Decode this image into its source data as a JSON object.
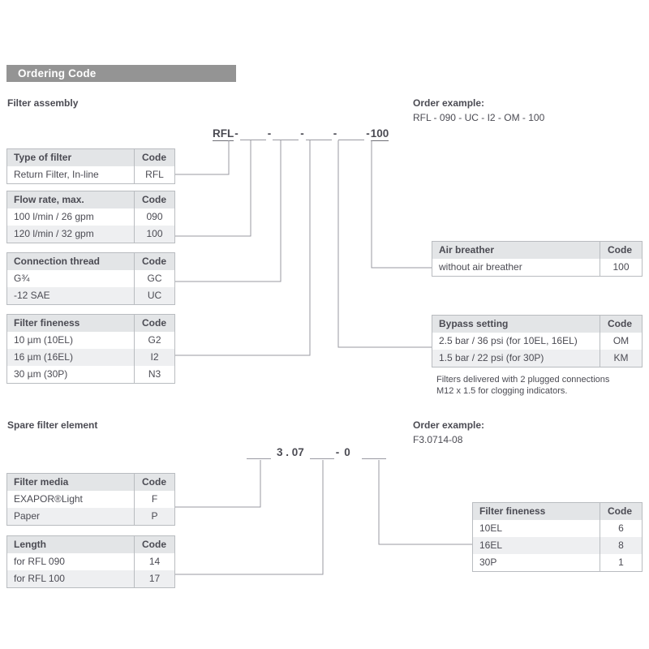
{
  "section": {
    "title": "Ordering Code"
  },
  "filter_assembly": {
    "title": "Filter assembly",
    "order_example": {
      "label": "Order example:",
      "value": "RFL - 090 - UC - I2 - OM - 100"
    },
    "code_template": {
      "prefix": "RFL",
      "separator": "-",
      "suffix": "100",
      "blank_count": 4
    },
    "tables": [
      {
        "id": "table-type-of-filter",
        "header": [
          "Type of filter",
          "Code"
        ],
        "rows": [
          [
            "Return Filter, In-line",
            "RFL"
          ]
        ]
      },
      {
        "id": "table-flow-rate",
        "header": [
          "Flow rate, max.",
          "Code"
        ],
        "rows": [
          [
            "100 l/min / 26 gpm",
            "090"
          ],
          [
            "120 l/min / 32 gpm",
            "100"
          ]
        ]
      },
      {
        "id": "table-connection-thread",
        "header": [
          "Connection thread",
          "Code"
        ],
        "rows": [
          [
            "G¾",
            "GC"
          ],
          [
            "-12 SAE",
            "UC"
          ]
        ]
      },
      {
        "id": "table-filter-fineness",
        "header": [
          "Filter fineness",
          "Code"
        ],
        "rows": [
          [
            "10 µm (10EL)",
            "G2"
          ],
          [
            "16 µm (16EL)",
            "I2"
          ],
          [
            "30 µm (30P)",
            "N3"
          ]
        ]
      },
      {
        "id": "table-air-breather",
        "header": [
          "Air breather",
          "Code"
        ],
        "rows": [
          [
            "without air breather",
            "100"
          ]
        ]
      },
      {
        "id": "table-bypass-setting",
        "header": [
          "Bypass setting",
          "Code"
        ],
        "rows": [
          [
            "2.5 bar / 36 psi (for 10EL, 16EL)",
            "OM"
          ],
          [
            "1.5 bar / 22 psi (for 30P)",
            "KM"
          ]
        ]
      }
    ],
    "footnote": "Filters delivered with 2 plugged connections\nM12 x 1.5 for clogging indicators."
  },
  "spare_filter_element": {
    "title": "Spare filter element",
    "order_example": {
      "label": "Order example:",
      "value": "F3.0714-08"
    },
    "code_template": {
      "fixed_middle": "3 . 07",
      "separator": "-",
      "fixed_tail": "0",
      "blank_count": 3
    },
    "tables": [
      {
        "id": "table-filter-media",
        "header": [
          "Filter media",
          "Code"
        ],
        "rows": [
          [
            "EXAPOR®Light",
            "F"
          ],
          [
            "Paper",
            "P"
          ]
        ]
      },
      {
        "id": "table-length",
        "header": [
          "Length",
          "Code"
        ],
        "rows": [
          [
            "for RFL 090",
            "14"
          ],
          [
            "for RFL 100",
            "17"
          ]
        ]
      },
      {
        "id": "table-element-fineness",
        "header": [
          "Filter fineness",
          "Code"
        ],
        "rows": [
          [
            "10EL",
            "6"
          ],
          [
            "16EL",
            "8"
          ],
          [
            "30P",
            "1"
          ]
        ]
      }
    ]
  },
  "colors": {
    "bar_background": "#949494",
    "bar_text": "#ffffff",
    "table_header_background": "#e3e5e7",
    "table_alt_row_background": "#eeeff1",
    "table_border": "#b9bcc0",
    "text": "#4b4b53",
    "leader_line": "#9a9aa2"
  }
}
